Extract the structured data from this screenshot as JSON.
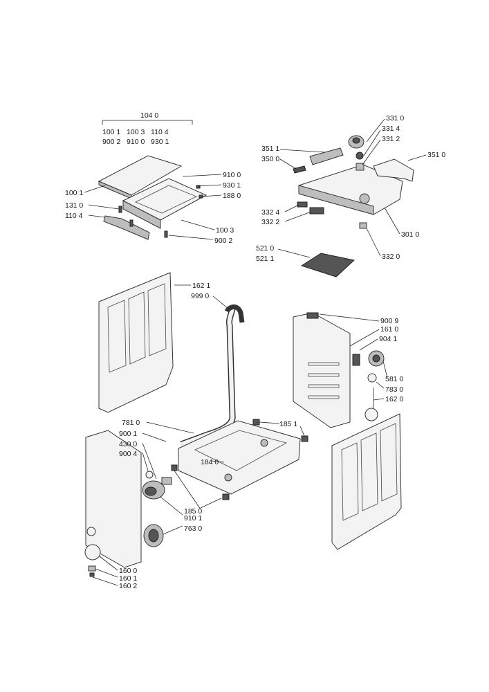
{
  "labels": {
    "top_kit": "104 0",
    "kit_row1": "100 1   100 3   110 4",
    "kit_row2": "900 2   910 0   930 1",
    "l_910_0": "910 0",
    "l_930_1": "930 1",
    "l_188_0": "188 0",
    "l_100_1": "100 1",
    "l_131_0": "131 0",
    "l_110_4": "110 4",
    "l_100_3": "100 3",
    "l_900_2": "900 2",
    "l_331_0": "331 0",
    "l_331_4": "331 4",
    "l_331_2": "331 2",
    "l_351_1": "351 1",
    "l_350_0": "350 0",
    "l_351_0": "351 0",
    "l_332_4": "332 4",
    "l_332_2": "332 2",
    "l_301_0": "301 0",
    "l_521_0": "521 0",
    "l_521_1": "521 1",
    "l_332_0": "332 0",
    "l_162_1": "162 1",
    "l_999_0": "999 0",
    "l_900_9": "900 9",
    "l_161_0": "161 0",
    "l_904_1": "904 1",
    "l_581_0": "581 0",
    "l_783_0": "783 0",
    "l_162_0": "162 0",
    "l_781_0": "781 0",
    "l_185_1": "185 1",
    "l_900_1": "900 1",
    "l_430_0": "430 0",
    "l_900_4": "900 4",
    "l_184_0": "184 0",
    "l_185_0": "185 0",
    "l_910_1": "910 1",
    "l_763_0": "763 0",
    "l_160_0": "160 0",
    "l_160_1": "160 1",
    "l_160_2": "160 2"
  }
}
